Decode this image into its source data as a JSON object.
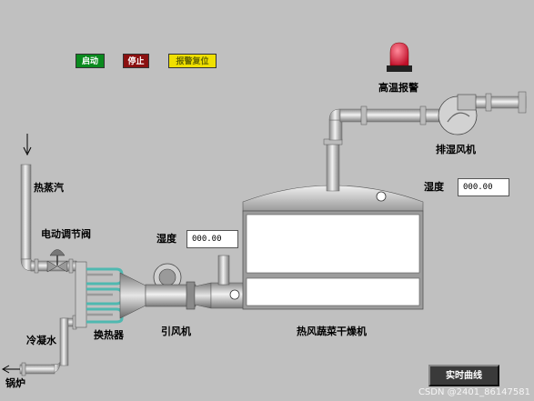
{
  "buttons": {
    "start": "启动",
    "stop": "停止",
    "alarm_reset": "报警复位",
    "realtime_curve": "实时曲线"
  },
  "labels": {
    "high_temp_alarm": "高温报警",
    "exhaust_fan": "排湿风机",
    "hot_steam": "热蒸汽",
    "electric_valve": "电动调节阀",
    "humidity_left": "湿度",
    "humidity_right": "湿度",
    "condensate": "冷凝水",
    "heat_exchanger": "换热器",
    "induced_fan": "引风机",
    "dryer": "热风蔬菜干燥机",
    "boiler": "锅炉"
  },
  "readouts": {
    "humidity_left": "000.00",
    "humidity_right": "000.00"
  },
  "watermark": "CSDN @2401_86147581",
  "colors": {
    "background": "#c0c0c0",
    "pipe": "#d8d8d8",
    "coil": "#4fb8b0",
    "alarm_lamp": "#e8203a"
  }
}
